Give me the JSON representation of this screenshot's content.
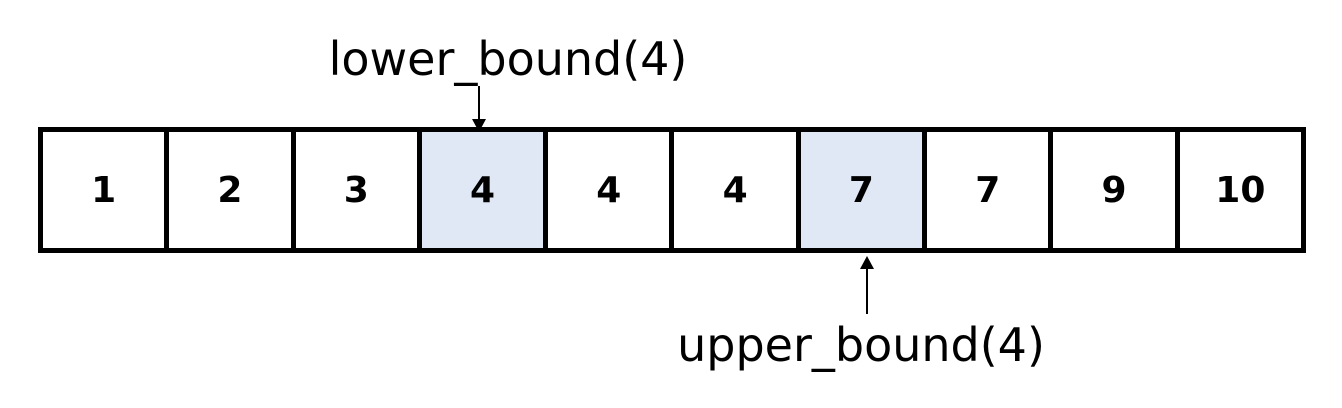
{
  "annotations": {
    "lower": "lower_bound(4)",
    "upper": "upper_bound(4)"
  },
  "array": {
    "cells": [
      "1",
      "2",
      "3",
      "4",
      "4",
      "4",
      "7",
      "7",
      "9",
      "10"
    ],
    "highlighted_indices": [
      3,
      6
    ],
    "highlight_color": "#dfe8f4"
  }
}
